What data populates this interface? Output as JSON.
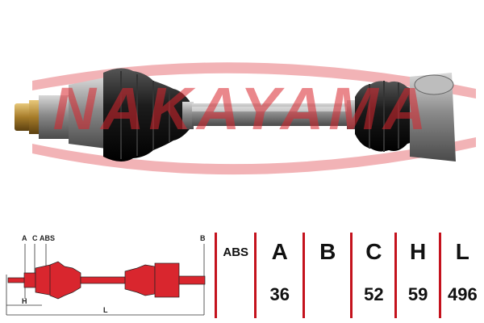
{
  "brand": {
    "watermark": "NAKAYAMA",
    "color": "#d9262e"
  },
  "diagram": {
    "labels": {
      "a": "A",
      "c": "C",
      "abs": "ABS",
      "b": "B",
      "h": "H",
      "l": "L"
    }
  },
  "spec_table": {
    "headers": [
      "ABS",
      "A",
      "B",
      "C",
      "H",
      "L"
    ],
    "values": [
      "",
      "36",
      "",
      "52",
      "59",
      "496"
    ]
  },
  "colors": {
    "accent": "#c4121d",
    "boot": "#1a1a1a",
    "shaft": "#9a9a9a"
  }
}
